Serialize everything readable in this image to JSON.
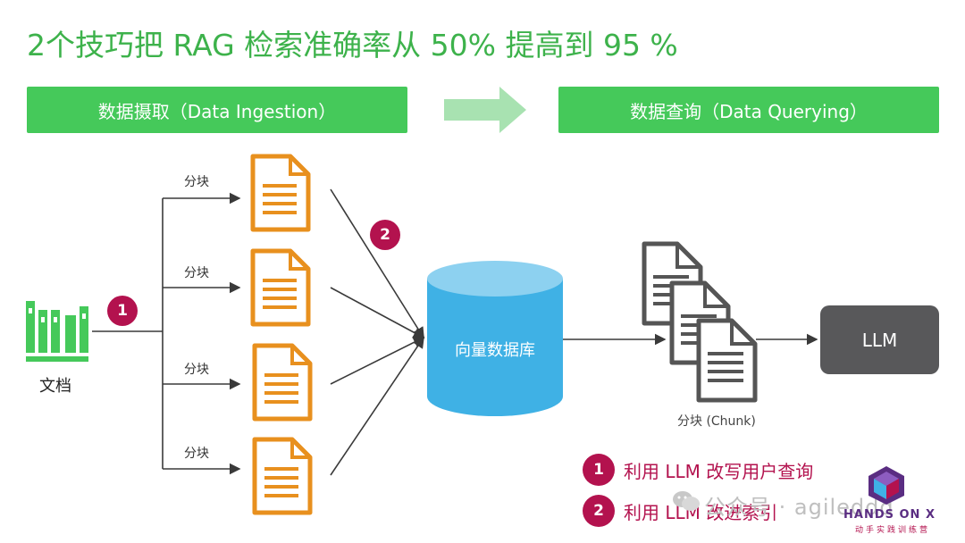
{
  "title": "2个技巧把 RAG 检索准确率从 50% 提高到 95 %",
  "header_ingestion": "数据摄取（Data Ingestion）",
  "header_querying": "数据查询（Data Querying）",
  "doc_label": "文档",
  "chunk_labels": [
    "分块",
    "分块",
    "分块",
    "分块"
  ],
  "vector_db_label": "向量数据库",
  "chunk_group_label": "分块 (Chunk)",
  "llm_label": "LLM",
  "step1_badge": "1",
  "step2_badge": "2",
  "legend": [
    {
      "num": "1",
      "text": "利用 LLM 改写用户查询"
    },
    {
      "num": "2",
      "text": "利用 LLM 改进索引"
    }
  ],
  "watermark": "公众号 · agileddd",
  "logo": {
    "text": "HANDS ON X",
    "subtext": "动手实践训练营"
  },
  "colors": {
    "green": "#45c95a",
    "title_green": "#3db24b",
    "orange": "#e8901e",
    "magenta": "#b3124e",
    "blue": "#3fb1e5",
    "gray": "#58585a"
  }
}
